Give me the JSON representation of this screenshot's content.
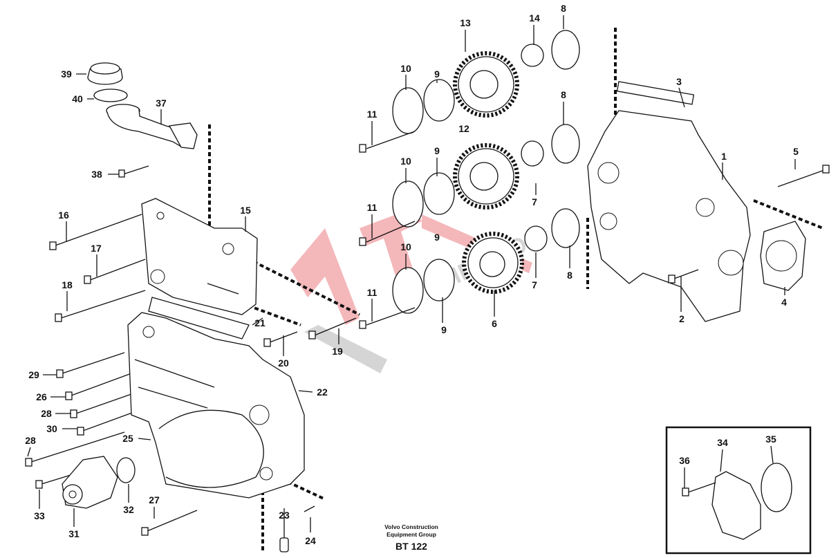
{
  "footer": {
    "company_line1": "Volvo Construction",
    "company_line2": "Equipment Group",
    "code": "BT 122"
  },
  "watermark": {
    "text": "TORK ŞIRZ.COM",
    "color": "#e0343c"
  },
  "callouts": [
    "39",
    "40",
    "37",
    "38",
    "16",
    "17",
    "15",
    "18",
    "21",
    "19",
    "20",
    "29",
    "26",
    "22",
    "28",
    "30",
    "28",
    "25",
    "32",
    "33",
    "31",
    "27",
    "23",
    "24",
    "13",
    "14",
    "8",
    "10",
    "9",
    "11",
    "12",
    "8",
    "10",
    "9",
    "11",
    "7",
    "10",
    "9",
    "11",
    "9",
    "6",
    "7",
    "8",
    "3",
    "1",
    "5",
    "4",
    "2",
    "36",
    "34",
    "35"
  ]
}
